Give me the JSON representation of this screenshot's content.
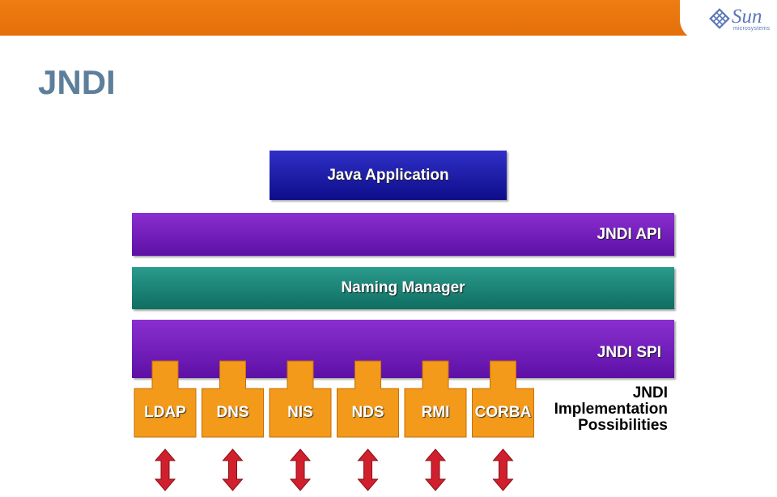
{
  "title": "JNDI",
  "logo": {
    "word": "Sun",
    "subtitle": "microsystems"
  },
  "layers": {
    "java_application": "Java Application",
    "jndi_api": "JNDI API",
    "naming_manager": "Naming Manager",
    "jndi_spi": "JNDI SPI"
  },
  "providers": [
    "LDAP",
    "DNS",
    "NIS",
    "NDS",
    "RMI",
    "CORBA"
  ],
  "implementation_label": [
    "JNDI",
    "Implementation",
    "Possibilities"
  ],
  "colors": {
    "top_bar": "#e97510",
    "title": "#5e7f9b",
    "java_application": "#1b1bab",
    "jndi_layers": "#7020b8",
    "naming_manager": "#1b8274",
    "provider": "#f39a1a",
    "arrow": "#d0202e"
  }
}
